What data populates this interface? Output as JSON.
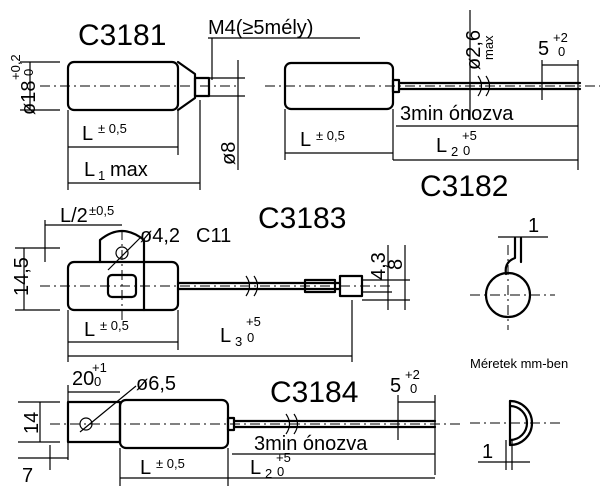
{
  "models": {
    "c3181": "C3181",
    "c3182": "C3182",
    "c3183": "C3183",
    "c3184": "C3184"
  },
  "c3181": {
    "thread": "M4(≥5mély)",
    "diameter": "ø18",
    "diameter_tol_upper": "+0,2",
    "diameter_tol_lower": "0",
    "length": "L",
    "length_tol": "± 0,5",
    "l1": "L",
    "l1_sub": "1",
    "l1_max": "max",
    "stud": "ø8"
  },
  "c3182": {
    "wire_dia": "ø2,6",
    "wire_dia_max": "max",
    "lead_end": "5",
    "lead_end_upper": "+2",
    "lead_end_lower": "0",
    "tinned": "3min ónozva",
    "length": "L",
    "length_tol": "± 0,5",
    "l2": "L",
    "l2_sub": "2",
    "l2_upper": "+5",
    "l2_lower": "0"
  },
  "c3183": {
    "half_l": "L/2",
    "half_l_tol": "±0,5",
    "hole": "ø4,2",
    "fit": "C11",
    "height": "14,5",
    "lug_h": "4,3",
    "lug_w": "8",
    "length": "L",
    "length_tol": "± 0,5",
    "l3": "L",
    "l3_sub": "3",
    "l3_upper": "+5",
    "l3_lower": "0"
  },
  "c3184": {
    "tab_w": "20",
    "tab_w_upper": "+1",
    "tab_w_lower": "0",
    "hole": "ø6,5",
    "height": "14",
    "offset": "7",
    "lead_end": "5",
    "lead_end_upper": "+2",
    "lead_end_lower": "0",
    "tinned": "3min ónozva",
    "length": "L",
    "length_tol": "± 0,5",
    "l2": "L",
    "l2_sub": "2",
    "l2_upper": "+5",
    "l2_lower": "0"
  },
  "detail": {
    "gap_top": "1",
    "gap_bottom": "1",
    "units_note": "Méretek mm-ben"
  }
}
